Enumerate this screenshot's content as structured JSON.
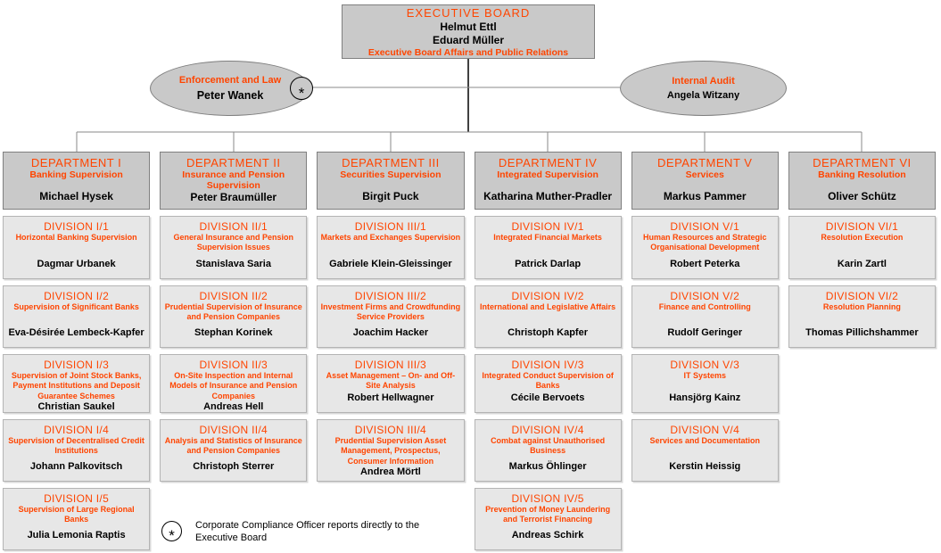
{
  "palette": {
    "accent": "#ff4500",
    "box_fill_dark": "#c9c9c9",
    "box_fill_light": "#e7e7e7",
    "border_dark": "#7f7f7f",
    "border_light": "#b4b4b4",
    "line": "#4a4a4a"
  },
  "executive_board": {
    "title": "EXECUTIVE BOARD",
    "members": [
      "Helmut Ettl",
      "Eduard Müller"
    ],
    "subtitle": "Executive Board Affairs and Public Relations"
  },
  "staff_units": [
    {
      "title": "Enforcement and Law",
      "name": "Peter Wanek",
      "badge": "*"
    },
    {
      "title": "Internal Audit",
      "name": "Angela Witzany"
    }
  ],
  "departments": [
    {
      "title": "DEPARTMENT I",
      "subtitle": "Banking Supervision",
      "head": "Michael Hysek",
      "divisions": [
        {
          "title": "DIVISION I/1",
          "subtitle": "Horizontal Banking Supervision",
          "head": "Dagmar Urbanek"
        },
        {
          "title": "DIVISION I/2",
          "subtitle": "Supervision of Significant Banks",
          "head": "Eva-Désirée Lembeck-Kapfer"
        },
        {
          "title": "DIVISION I/3",
          "subtitle": "Supervision of Joint Stock Banks, Payment Institutions and Deposit Guarantee Schemes",
          "head": "Christian Saukel"
        },
        {
          "title": "DIVISION I/4",
          "subtitle": "Supervision of Decentralised Credit Institutions",
          "head": "Johann Palkovitsch"
        },
        {
          "title": "DIVISION I/5",
          "subtitle": "Supervision of Large Regional Banks",
          "head": "Julia Lemonia Raptis"
        }
      ]
    },
    {
      "title": "DEPARTMENT II",
      "subtitle": "Insurance and Pension Supervision",
      "head": "Peter Braumüller",
      "divisions": [
        {
          "title": "DIVISION II/1",
          "subtitle": "General Insurance and Pension Supervision Issues",
          "head": "Stanislava Saria"
        },
        {
          "title": "DIVISION II/2",
          "subtitle": "Prudential Supervision of Insurance and Pension Companies",
          "head": "Stephan Korinek"
        },
        {
          "title": "DIVISION II/3",
          "subtitle": "On-Site Inspection and Internal Models of Insurance and Pension Companies",
          "head": "Andreas Hell"
        },
        {
          "title": "DIVISION II/4",
          "subtitle": "Analysis and Statistics of Insurance and Pension Companies",
          "head": "Christoph Sterrer"
        }
      ]
    },
    {
      "title": "DEPARTMENT III",
      "subtitle": "Securities Supervision",
      "head": "Birgit Puck",
      "divisions": [
        {
          "title": "DIVISION III/1",
          "subtitle": "Markets and Exchanges Supervision",
          "head": "Gabriele Klein-Gleissinger"
        },
        {
          "title": "DIVISION III/2",
          "subtitle": "Investment Firms and Crowdfunding Service Providers",
          "head": "Joachim Hacker"
        },
        {
          "title": "DIVISION III/3",
          "subtitle": "Asset Management – On- and Off-Site Analysis",
          "head": "Robert Hellwagner"
        },
        {
          "title": "DIVISION III/4",
          "subtitle": "Prudential Supervision Asset Management, Prospectus, Consumer Information",
          "head": "Andrea Mörtl"
        }
      ]
    },
    {
      "title": "DEPARTMENT IV",
      "subtitle": "Integrated Supervision",
      "head": "Katharina Muther-Pradler",
      "divisions": [
        {
          "title": "DIVISION IV/1",
          "subtitle": "Integrated Financial Markets",
          "head": "Patrick Darlap"
        },
        {
          "title": "DIVISION IV/2",
          "subtitle": "International and Legislative Affairs",
          "head": "Christoph Kapfer"
        },
        {
          "title": "DIVISION IV/3",
          "subtitle": "Integrated Conduct Supervision of Banks",
          "head": "Cécile Bervoets"
        },
        {
          "title": "DIVISION IV/4",
          "subtitle": "Combat against Unauthorised Business",
          "head": "Markus Öhlinger"
        },
        {
          "title": "DIVISION IV/5",
          "subtitle": "Prevention of Money Laundering and Terrorist Financing",
          "head": "Andreas Schirk"
        }
      ]
    },
    {
      "title": "DEPARTMENT V",
      "subtitle": "Services",
      "head": "Markus Pammer",
      "divisions": [
        {
          "title": "DIVISION V/1",
          "subtitle": "Human Resources and Strategic Organisational Development",
          "head": "Robert Peterka"
        },
        {
          "title": "DIVISION V/2",
          "subtitle": "Finance and Controlling",
          "head": "Rudolf Geringer"
        },
        {
          "title": "DIVISION V/3",
          "subtitle": "IT Systems",
          "head": "Hansjörg Kainz"
        },
        {
          "title": "DIVISION V/4",
          "subtitle": "Services and Documentation",
          "head": "Kerstin Heissig"
        }
      ]
    },
    {
      "title": "DEPARTMENT VI",
      "subtitle": "Banking Resolution",
      "head": "Oliver Schütz",
      "divisions": [
        {
          "title": "DIVISION VI/1",
          "subtitle": "Resolution Execution",
          "head": "Karin Zartl"
        },
        {
          "title": "DIVISION VI/2",
          "subtitle": "Resolution Planning",
          "head": "Thomas Pillichshammer"
        }
      ]
    }
  ],
  "footnote": {
    "symbol": "*",
    "text": "Corporate Compliance Officer reports directly to the Executive Board"
  }
}
